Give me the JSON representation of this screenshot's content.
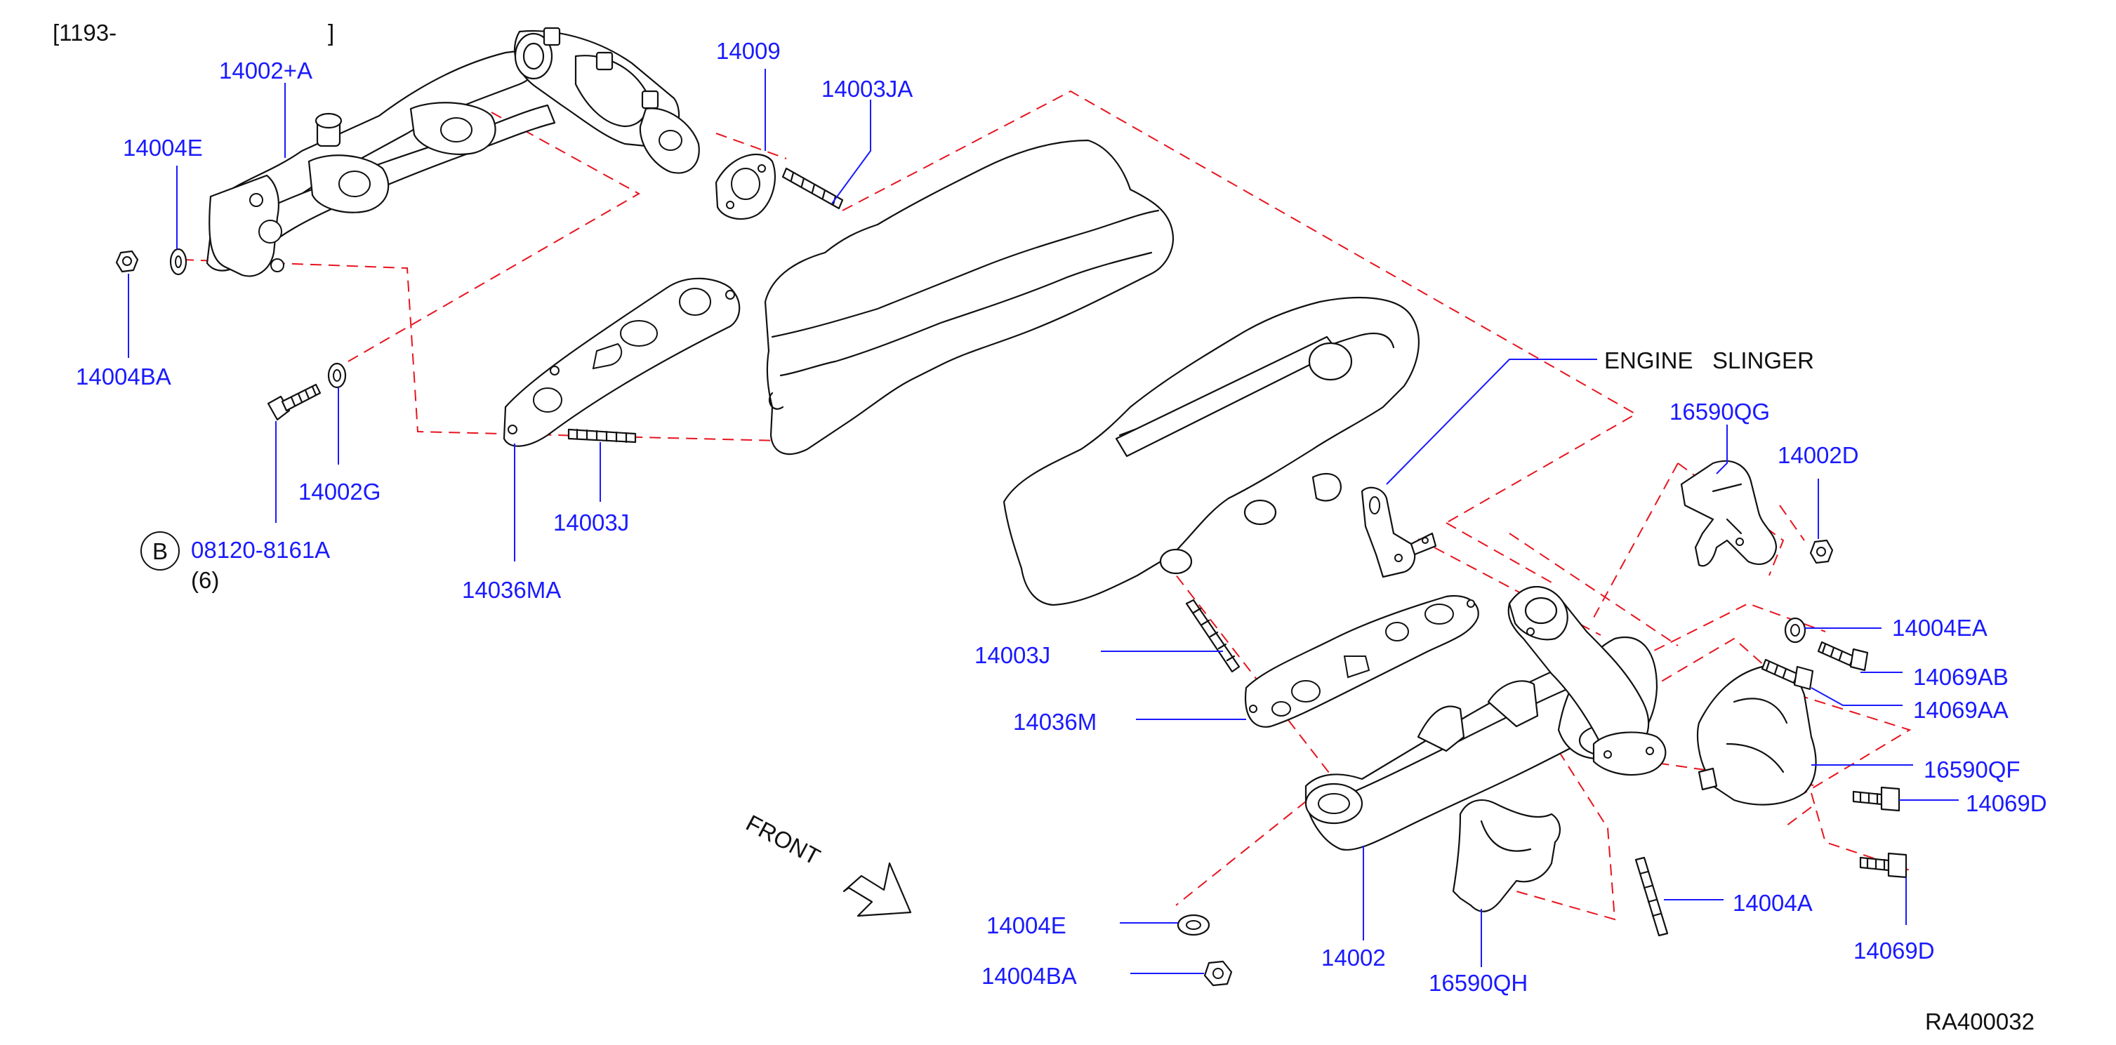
{
  "header": {
    "date_code": "[1193-",
    "date_code_close": "]"
  },
  "callouts": {
    "c_14002_A": "14002+A",
    "c_14004E_top": "14004E",
    "c_14004BA_top": "14004BA",
    "c_14009": "14009",
    "c_14003JA": "14003JA",
    "c_14002G": "14002G",
    "c_14003J_top": "14003J",
    "c_14036MA": "14036MA",
    "c_bolt_code": "08120-8161A",
    "c_bolt_qty": "(6)",
    "c_bolt_badge": "B",
    "c_engine_slinger": "ENGINE   SLINGER",
    "c_16590QG": "16590QG",
    "c_14002D": "14002D",
    "c_14004EA": "14004EA",
    "c_14069AB": "14069AB",
    "c_14069AA": "14069AA",
    "c_16590QF": "16590QF",
    "c_14069D_a": "14069D",
    "c_14069D_b": "14069D",
    "c_14004A": "14004A",
    "c_14003J_mid": "14003J",
    "c_14036M": "14036M",
    "c_14004E_bot": "14004E",
    "c_14004BA_bot": "14004BA",
    "c_14002": "14002",
    "c_16590QH": "16590QH"
  },
  "front_label": "FRONT",
  "diagram_id": "RA400032",
  "colors": {
    "callout_text": "#1a1aff",
    "dashed_guides": "#e8141e",
    "line_art": "#111111"
  }
}
